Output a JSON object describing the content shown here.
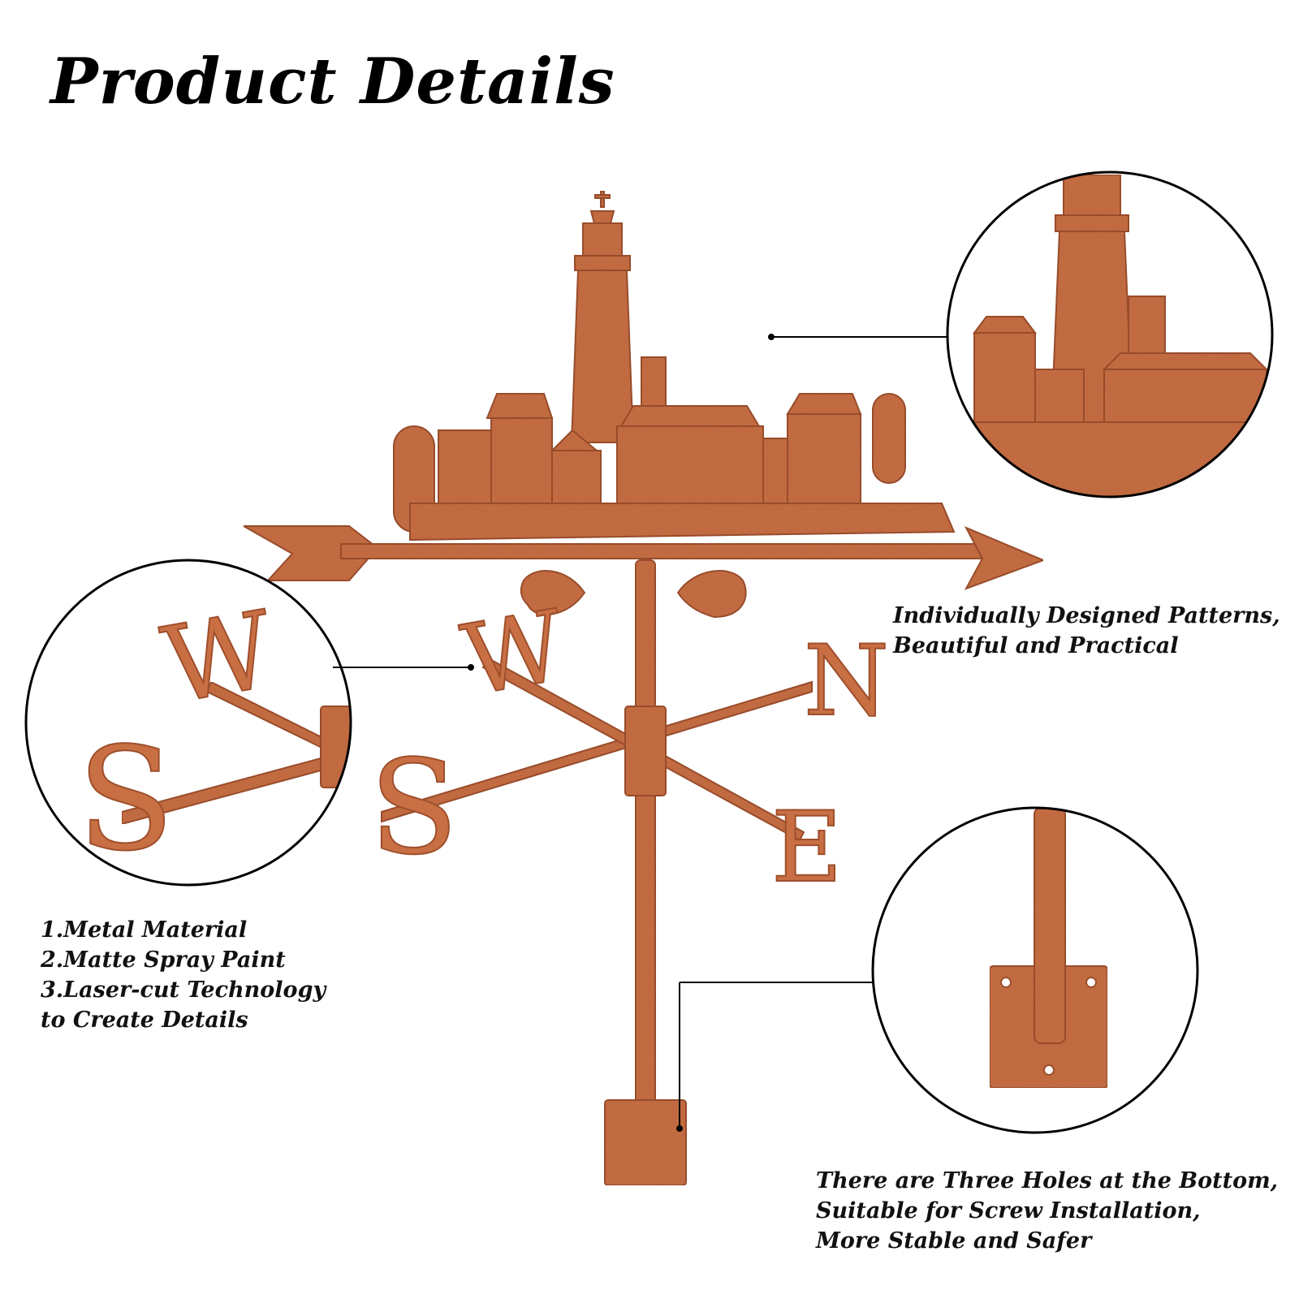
{
  "title": "Product Details",
  "compass": {
    "w": "W",
    "s": "S",
    "n": "N",
    "e": "E"
  },
  "captions": {
    "top_right": [
      "Individually Designed Patterns,",
      "Beautiful and Practical"
    ],
    "left": [
      "1.Metal Material",
      "2.Matte Spray Paint",
      "3.Laser-cut Technology",
      "to Create Details"
    ],
    "bottom_right": [
      "There are Three Holes at the Bottom,",
      "Suitable for Screw Installation,",
      "More Stable and Safer"
    ]
  },
  "colors": {
    "copper": "#c96f44",
    "copper_dark": "#9e4f2c",
    "text": "#111111"
  }
}
